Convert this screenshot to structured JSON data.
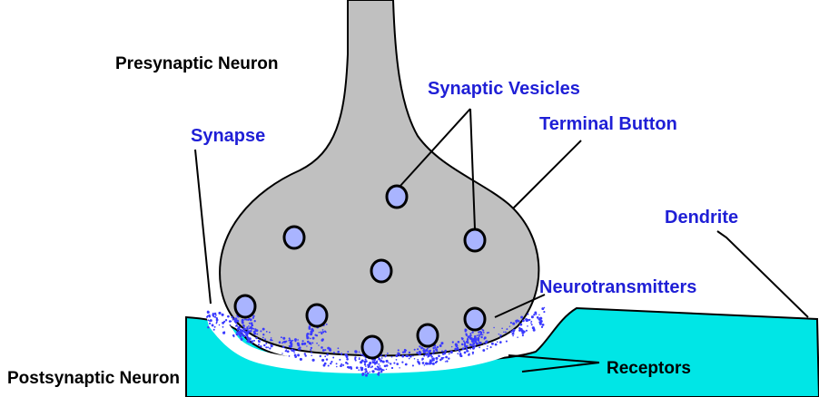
{
  "labels": {
    "presynaptic_neuron": "Presynaptic Neuron",
    "synaptic_vesicles": "Synaptic Vesicles",
    "terminal_button": "Terminal Button",
    "synapse": "Synapse",
    "dendrite": "Dendrite",
    "neurotransmitters": "Neurotransmitters",
    "receptors": "Receptors",
    "postsynaptic_neuron": "Postsynaptic Neuron"
  },
  "colors": {
    "neuron_gray": "#c0c0c0",
    "postsynaptic_cyan": "#00e6e6",
    "label_blue": "#1f1fd6",
    "vesicle_fill": "#a9b4ff",
    "dot_blue": "#3a3aff"
  }
}
